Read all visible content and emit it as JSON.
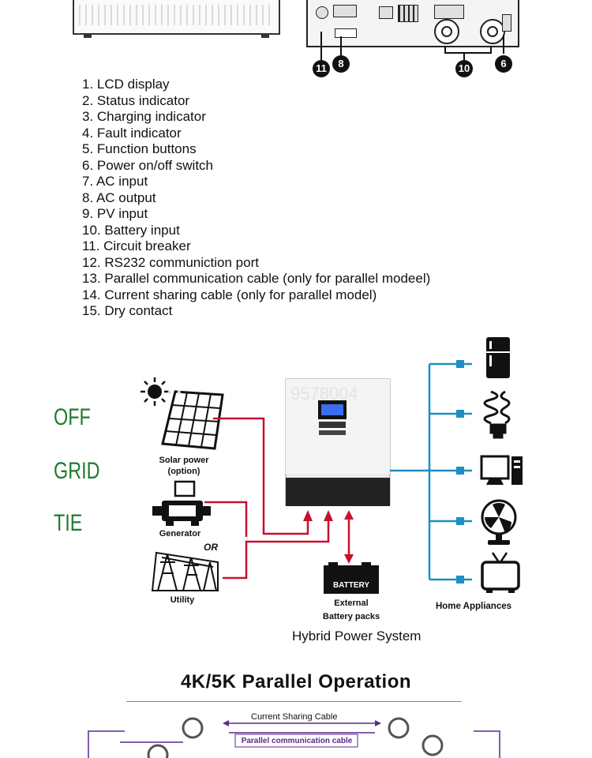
{
  "callouts": [
    "11",
    "8",
    "10",
    "6"
  ],
  "features": [
    "1. LCD display",
    "2. Status indicator",
    "3. Charging indicator",
    "4. Fault indicator",
    "5. Function buttons",
    "6. Power on/off switch",
    "7. AC input",
    "8. AC output",
    "9. PV input",
    "10. Battery input",
    "11. Circuit breaker",
    "12. RS232 communiction port",
    "13. Parallel communication cable (only for parallel modeel)",
    "14. Current sharing cable (only for parallel model)",
    "15. Dry contact"
  ],
  "diagram": {
    "side_words": [
      "OFF",
      "GRID",
      "TIE"
    ],
    "solar_label": "Solar power",
    "solar_option": "(option)",
    "generator_label": "Generator",
    "or_label": "OR",
    "utility_label": "Utility",
    "battery_text": "BATTERY",
    "battery_label_1": "External",
    "battery_label_2": "Battery packs",
    "appliances_label": "Home Appliances",
    "watermark": "9578004",
    "caption": "Hybrid Power System"
  },
  "parallel": {
    "title": "4K/5K Parallel Operation",
    "current_sharing": "Current Sharing Cable",
    "parallel_comm": "Parallel communication cable"
  },
  "colors": {
    "green": "#1f7a2c",
    "red": "#c8102e",
    "blue": "#1d8fc4"
  }
}
